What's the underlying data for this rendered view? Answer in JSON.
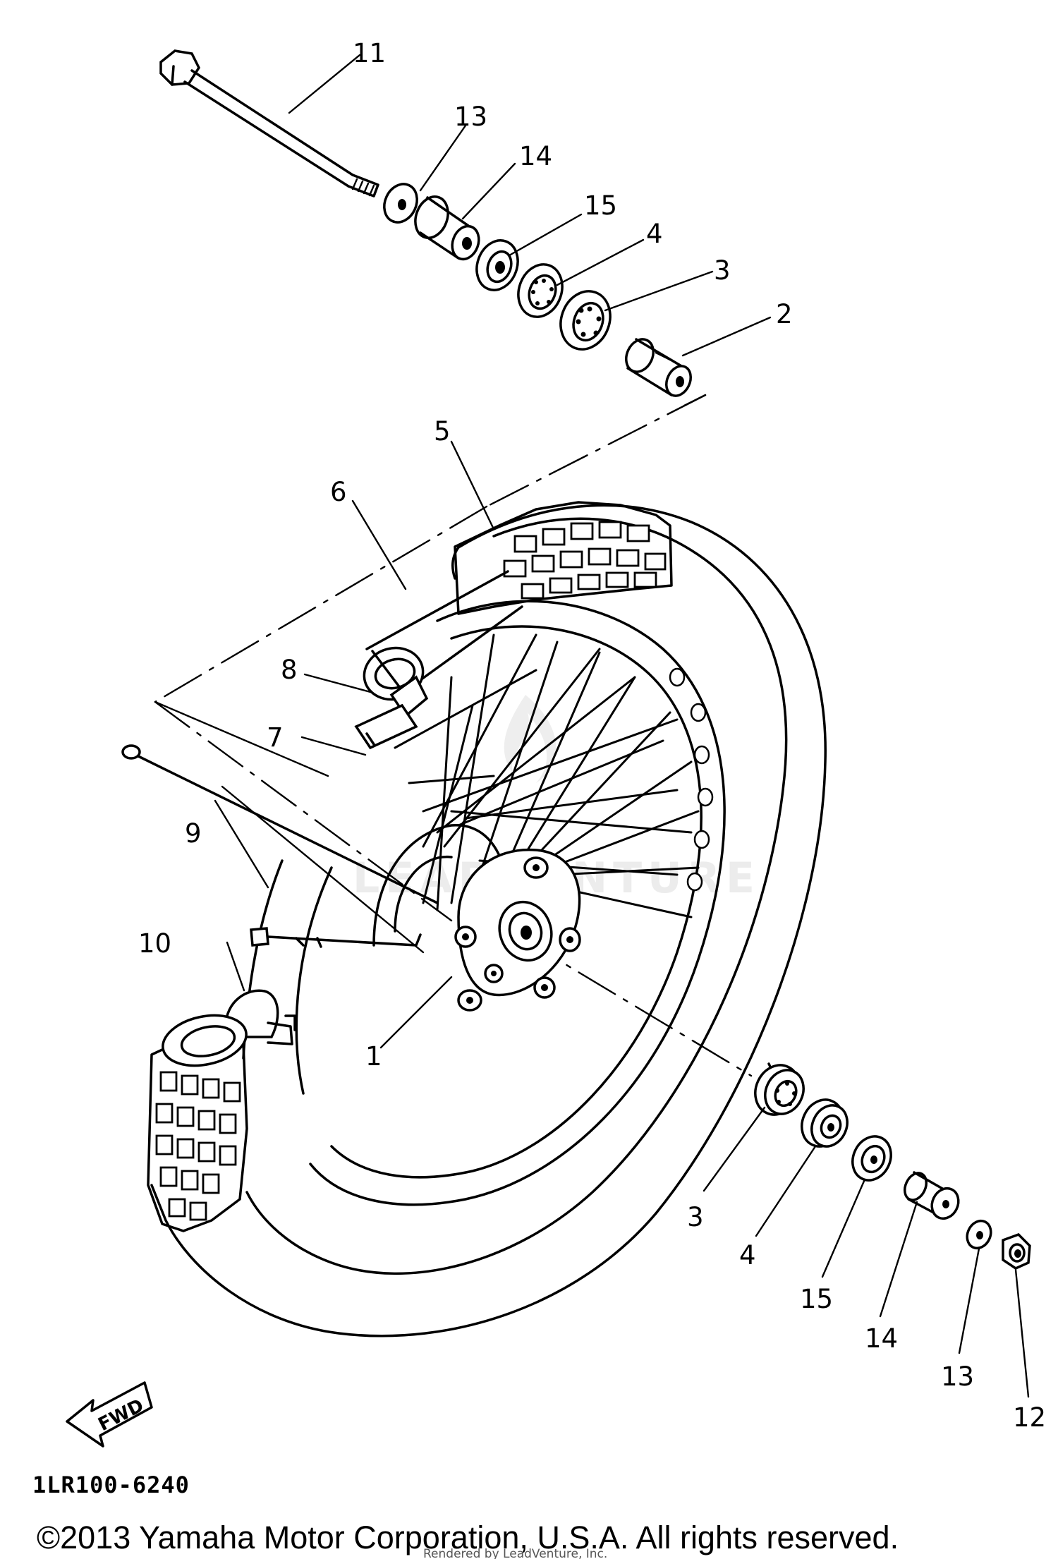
{
  "callouts": {
    "c11": "11",
    "c13_top": "13",
    "c14_top": "14",
    "c15_top": "15",
    "c4_top": "4",
    "c3_top": "3",
    "c2": "2",
    "c5": "5",
    "c6": "6",
    "c8": "8",
    "c7": "7",
    "c9": "9",
    "c10": "10",
    "c1": "1",
    "c3_bottom": "3",
    "c4_bottom": "4",
    "c15_bottom": "15",
    "c14_bottom": "14",
    "c13_bottom": "13",
    "c12": "12"
  },
  "fwd_label": "FWD",
  "diagram_code": "1LR100-6240",
  "copyright": "©2013 Yamaha Motor Corporation, U.S.A. All rights reserved.",
  "rendered_by": "Rendered by LeadVenture, Inc.",
  "watermark": "LEADVENTURE"
}
